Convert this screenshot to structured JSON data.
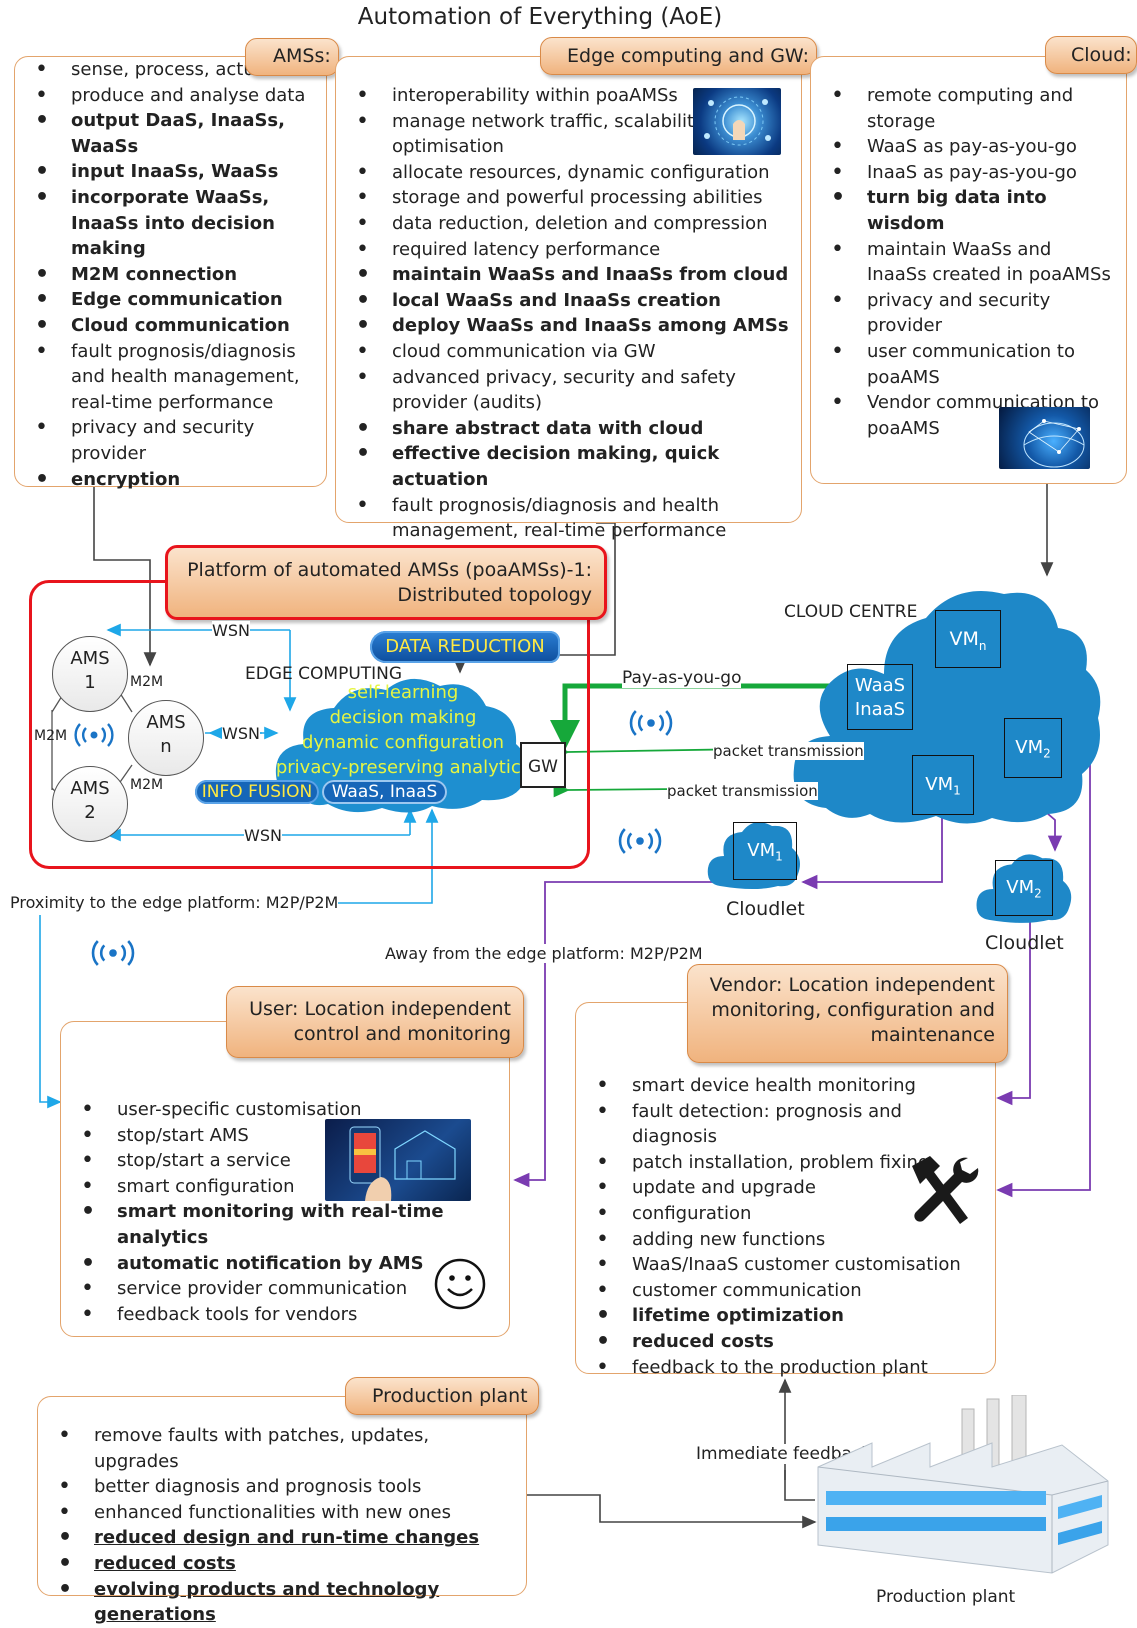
{
  "title": "Automation of Everything (AoE)",
  "amss": {
    "tab": "AMSs:",
    "items": [
      {
        "text": "sense, process, actuate",
        "bold": false
      },
      {
        "text": "produce and analyse data",
        "bold": false
      },
      {
        "text": "output DaaS, InaaSs, WaaSs",
        "bold": true
      },
      {
        "text": "input InaaSs, WaaSs",
        "bold": true
      },
      {
        "text": "incorporate WaaSs, InaaSs into decision making",
        "bold": true
      },
      {
        "text": "M2M connection",
        "bold": true
      },
      {
        "text": "Edge communication",
        "bold": true
      },
      {
        "text": "Cloud communication",
        "bold": true
      },
      {
        "text": "fault prognosis/diagnosis and health management, real-time performance",
        "bold": false
      },
      {
        "text": "privacy and security provider",
        "bold": false
      },
      {
        "text": "encryption",
        "bold": true
      }
    ]
  },
  "edge": {
    "tab": "Edge computing and GW:",
    "items": [
      {
        "text": "interoperability within poaAMSs",
        "bold": false
      },
      {
        "text": "manage network traffic, scalability, optimisation",
        "bold": false
      },
      {
        "text": "allocate resources, dynamic configuration",
        "bold": false
      },
      {
        "text": "storage and powerful processing abilities",
        "bold": false
      },
      {
        "text": "data reduction, deletion and compression",
        "bold": false
      },
      {
        "text": "required latency performance",
        "bold": false
      },
      {
        "text": "maintain WaaSs and InaaSs from cloud",
        "bold": true
      },
      {
        "text": "local WaaSs and InaaSs creation",
        "bold": true
      },
      {
        "text": "deploy WaaSs and InaaSs among AMSs",
        "bold": true
      },
      {
        "text": "cloud communication via GW",
        "bold": false
      },
      {
        "text": "advanced privacy, security and safety provider (audits)",
        "bold": false
      },
      {
        "text": "share abstract data with cloud",
        "bold": true
      },
      {
        "text": "effective decision making, quick actuation",
        "bold": true
      },
      {
        "text": "fault prognosis/diagnosis and health management, real-time performance",
        "bold": false
      }
    ]
  },
  "cloud": {
    "tab": "Cloud:",
    "items": [
      {
        "text": "remote computing and storage",
        "bold": false
      },
      {
        "text": "WaaS as pay-as-you-go",
        "bold": false
      },
      {
        "text": "InaaS as pay-as-you-go",
        "bold": false
      },
      {
        "text": "turn big data into wisdom",
        "bold": true
      },
      {
        "text": "maintain WaaSs and InaaSs created in poaAMSs",
        "bold": false
      },
      {
        "text": "privacy and security provider",
        "bold": false
      },
      {
        "text": "user communication to poaAMS",
        "bold": false
      },
      {
        "text": "Vendor communication to poaAMS",
        "bold": false
      }
    ]
  },
  "platform": {
    "title_line1": "Platform of automated AMSs (poaAMSs)-1:",
    "title_line2": "Distributed topology",
    "ams1": [
      "AMS",
      "1"
    ],
    "amsn": [
      "AMS",
      "n"
    ],
    "ams2": [
      "AMS",
      "2"
    ],
    "m2m": "M2M",
    "wsn": "WSN",
    "edge_label": "EDGE COMPUTING",
    "data_reduction": "DATA REDUCTION",
    "edge_functions": [
      "self-learning",
      "decision making",
      "dynamic configuration",
      "privacy-preserving analytics"
    ],
    "info_fusion": "INFO FUSION",
    "waas_inaas": "WaaS, InaaS",
    "gw": "GW"
  },
  "cloud_centre": {
    "label": "CLOUD CENTRE",
    "vm_n": "VM",
    "vm_n_sub": "n",
    "waas": "WaaS",
    "inaas": "InaaS",
    "vm2": "VM",
    "vm2_sub": "2",
    "vm1": "VM",
    "vm1_sub": "1"
  },
  "links": {
    "pay_as_you_go": "Pay-as-you-go",
    "packet1": "packet transmission",
    "packet2": "packet transmission",
    "proximity": "Proximity to the edge platform: M2P/P2M",
    "away": "Away from the edge platform: M2P/P2M",
    "immediate_feedback": "Immediate feedback"
  },
  "cloudlets": [
    {
      "label": "Cloudlet",
      "vm": "VM",
      "sub": "1"
    },
    {
      "label": "Cloudlet",
      "vm": "VM",
      "sub": "2"
    }
  ],
  "user": {
    "tab_line1": "User: Location independent",
    "tab_line2": "control and monitoring",
    "items": [
      {
        "text": "user-specific customisation",
        "bold": false
      },
      {
        "text": "stop/start AMS",
        "bold": false
      },
      {
        "text": "stop/start a service",
        "bold": false
      },
      {
        "text": "smart configuration",
        "bold": false
      },
      {
        "text": "smart monitoring with real-time analytics",
        "bold": true
      },
      {
        "text": "automatic notification by AMS",
        "bold": true
      },
      {
        "text": "service provider communication",
        "bold": false
      },
      {
        "text": "feedback tools for vendors",
        "bold": false
      }
    ]
  },
  "vendor": {
    "tab_line1": "Vendor: Location independent",
    "tab_line2": "monitoring, configuration and",
    "tab_line3": "maintenance",
    "items": [
      {
        "text": "smart device health monitoring",
        "bold": false
      },
      {
        "text": "fault detection: prognosis and diagnosis",
        "bold": false
      },
      {
        "text": "patch installation, problem fixing",
        "bold": false
      },
      {
        "text": "update and upgrade",
        "bold": false
      },
      {
        "text": "configuration",
        "bold": false
      },
      {
        "text": "adding new functions",
        "bold": false
      },
      {
        "text": "WaaS/InaaS customer customisation",
        "bold": false
      },
      {
        "text": "customer communication",
        "bold": false
      },
      {
        "text": "lifetime optimization",
        "bold": true
      },
      {
        "text": "reduced costs",
        "bold": true
      },
      {
        "text": "feedback to the production plant",
        "bold": false
      }
    ]
  },
  "production": {
    "tab": "Production plant",
    "items": [
      {
        "text": "remove faults with patches, updates, upgrades",
        "style": "n"
      },
      {
        "text": "better diagnosis and prognosis tools",
        "style": "n"
      },
      {
        "text": "enhanced  functionalities with new ones",
        "style": "n"
      },
      {
        "text": "reduced design and run-time changes",
        "style": "u"
      },
      {
        "text": "reduced costs",
        "style": "u"
      },
      {
        "text": "evolving products and technology generations",
        "style": "u"
      }
    ],
    "factory_label": "Production plant"
  },
  "colors": {
    "panel_border": "#e3a46c",
    "tab_fill": "#f4c08f",
    "platform_border": "#e8141c",
    "wsn_blue": "#1ea7e8",
    "green": "#16a83a",
    "purple": "#7a3bb1",
    "cloud_blue": "#1e88c8",
    "edge_text": "#e6f542"
  },
  "icons": [
    "wifi-icon",
    "wrench-hammer-icon",
    "smiley-icon",
    "factory-icon",
    "brain-tech-icon",
    "globe-network-icon",
    "smart-home-phone-icon"
  ]
}
